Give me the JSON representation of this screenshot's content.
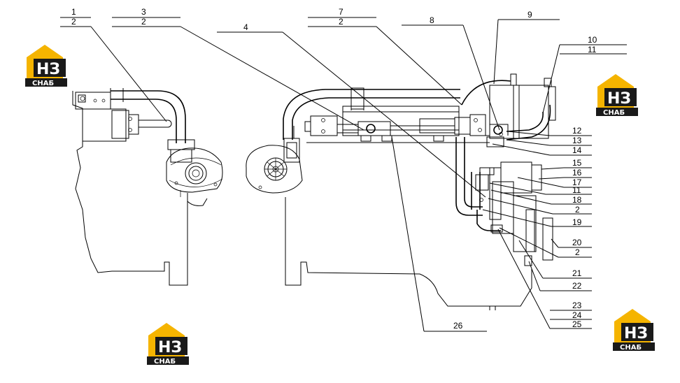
{
  "callouts": [
    {
      "id": "c1",
      "top": "1",
      "bottom": "2"
    },
    {
      "id": "c3",
      "top": "3",
      "bottom": "2"
    },
    {
      "id": "c4",
      "top": "4"
    },
    {
      "id": "c7",
      "top": "7",
      "bottom": "2"
    },
    {
      "id": "c8",
      "top": "8"
    },
    {
      "id": "c9",
      "top": "9"
    },
    {
      "id": "c10",
      "top": "10",
      "bottom": "11"
    }
  ],
  "right_labels": [
    "12",
    "13",
    "14",
    "15",
    "16",
    "17",
    "11",
    "18",
    "2",
    "19",
    "20",
    "2",
    "21",
    "22",
    "23",
    "24",
    "25"
  ],
  "bottom_label": "26",
  "logo": {
    "mark": "НЗ",
    "text": "СНАБ",
    "color": "#f5b400",
    "dark": "#1a1a1a"
  }
}
